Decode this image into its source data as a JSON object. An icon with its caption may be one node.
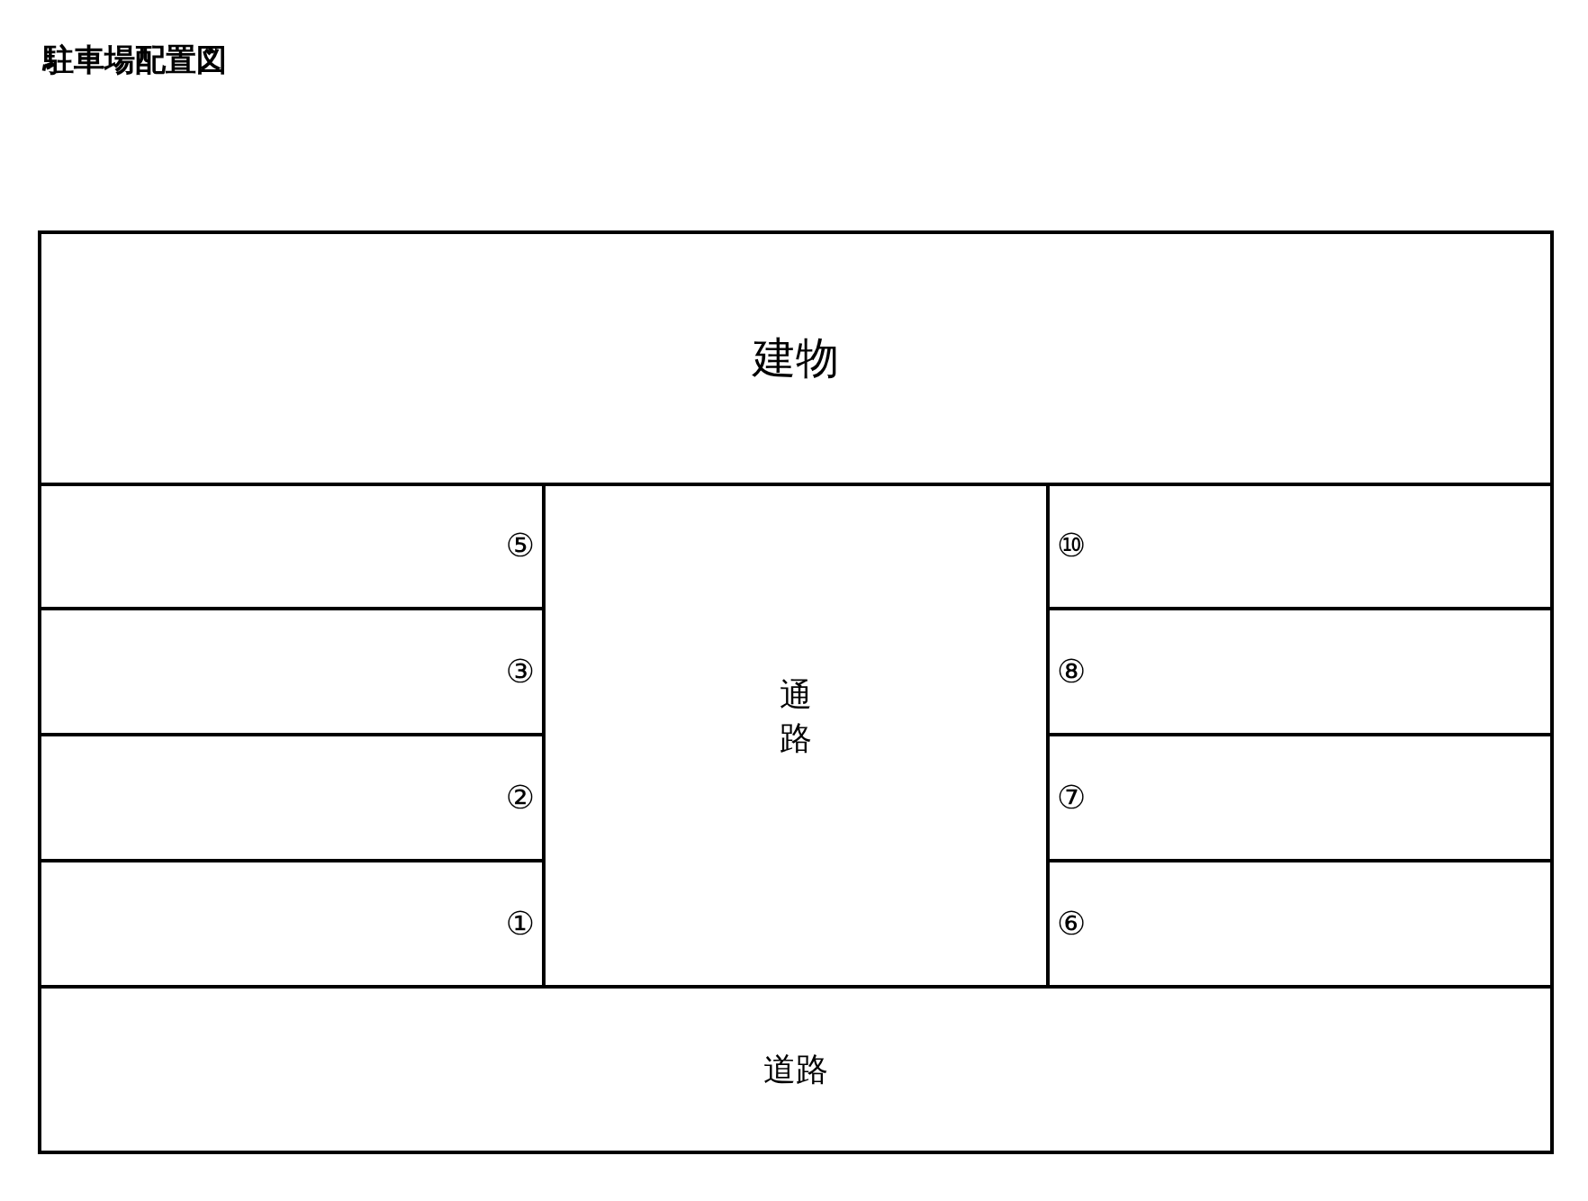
{
  "diagram": {
    "title": "駐車場配置図",
    "nodes": [
      {
        "text": [
          "建物"
        ]
      },
      {
        "text": [
          "⑤"
        ]
      },
      {
        "text": [
          "通路"
        ]
      },
      {
        "text": [
          "⑩"
        ]
      },
      {
        "text": [
          "③"
        ]
      },
      {
        "text": [
          "⑧"
        ]
      },
      {
        "text": [
          "②"
        ]
      },
      {
        "text": [
          "⑦"
        ]
      },
      {
        "text": [
          "①"
        ]
      },
      {
        "text": [
          "⑥"
        ]
      },
      {
        "text": [
          "道路"
        ]
      }
    ]
  }
}
